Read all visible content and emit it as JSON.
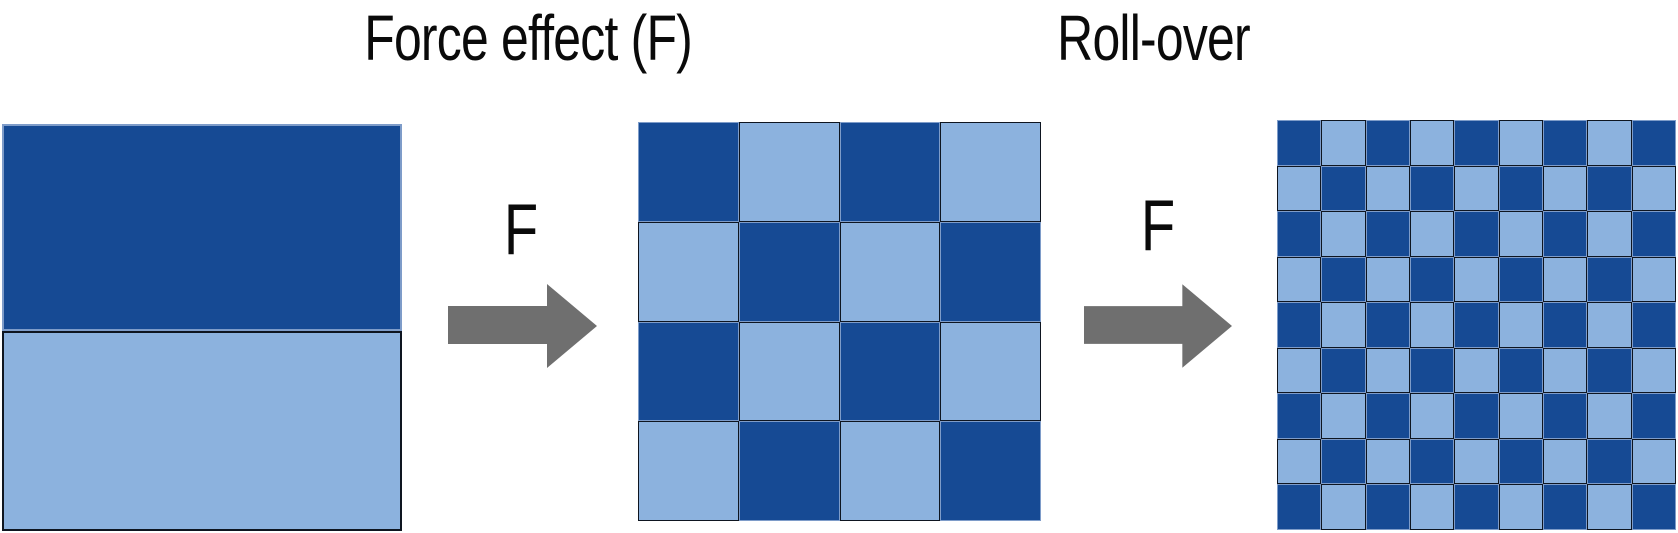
{
  "titles": {
    "force_effect": "Force effect (F)",
    "roll_over": "Roll-over"
  },
  "arrows": [
    {
      "label": "F"
    },
    {
      "label": "F"
    }
  ],
  "colors": {
    "dark_blue": "#164a94",
    "light_blue": "#8cb2de",
    "arrow_gray": "#6f6f6f",
    "border_on_light": "#0e1520",
    "border_on_dark": "#7e9cc9"
  },
  "panels": {
    "initial_square": {
      "description": "two-layer square",
      "layers": [
        "dark",
        "light"
      ]
    },
    "after_force": {
      "type": "checkerboard",
      "rows": 4,
      "cols": 4,
      "first_cell": "dark"
    },
    "after_rollover": {
      "type": "checkerboard",
      "rows": 9,
      "cols": 9,
      "first_cell": "dark"
    }
  }
}
